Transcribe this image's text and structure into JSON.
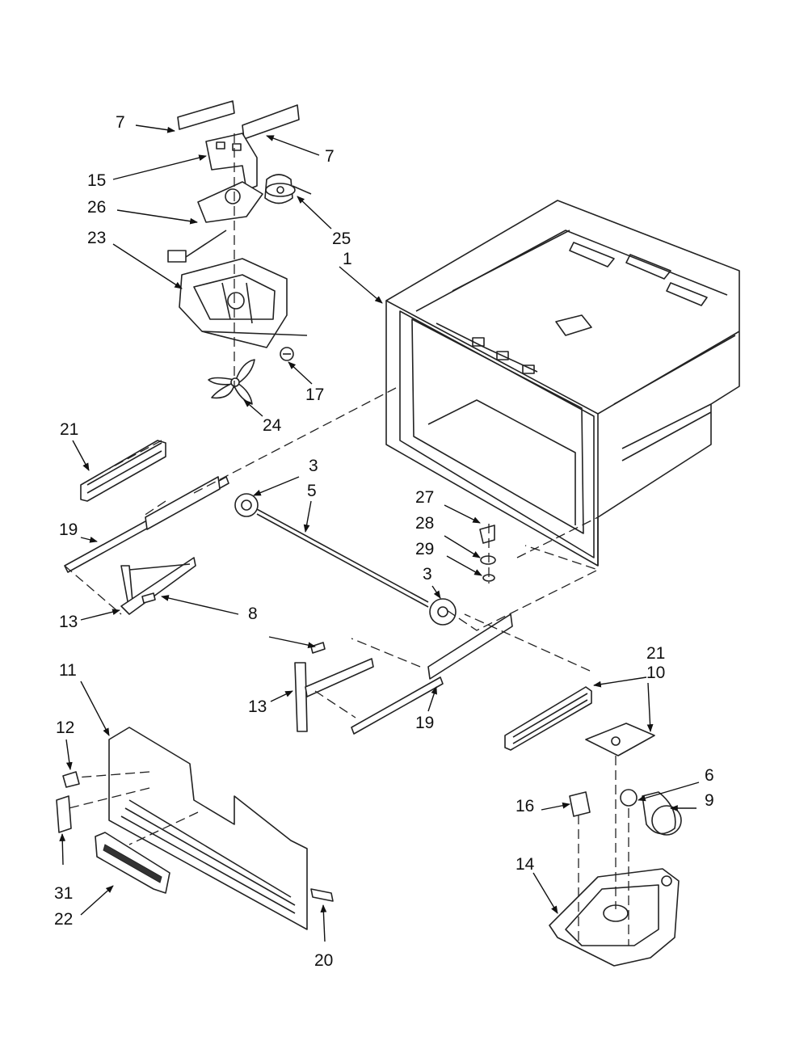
{
  "callouts": {
    "c7a": "7",
    "c7b": "7",
    "c15": "15",
    "c26": "26",
    "c25": "25",
    "c23": "23",
    "c1": "1",
    "c17": "17",
    "c24": "24",
    "c21a": "21",
    "c3a": "3",
    "c5": "5",
    "c19a": "19",
    "c27": "27",
    "c28": "28",
    "c29": "29",
    "c3b": "3",
    "c13a": "13",
    "c8": "8",
    "c11": "11",
    "c13b": "13",
    "c21b": "21",
    "c10": "10",
    "c19b": "19",
    "c12": "12",
    "c6": "6",
    "c16": "16",
    "c9": "9",
    "c14": "14",
    "c31": "31",
    "c22": "22",
    "c20": "20"
  }
}
